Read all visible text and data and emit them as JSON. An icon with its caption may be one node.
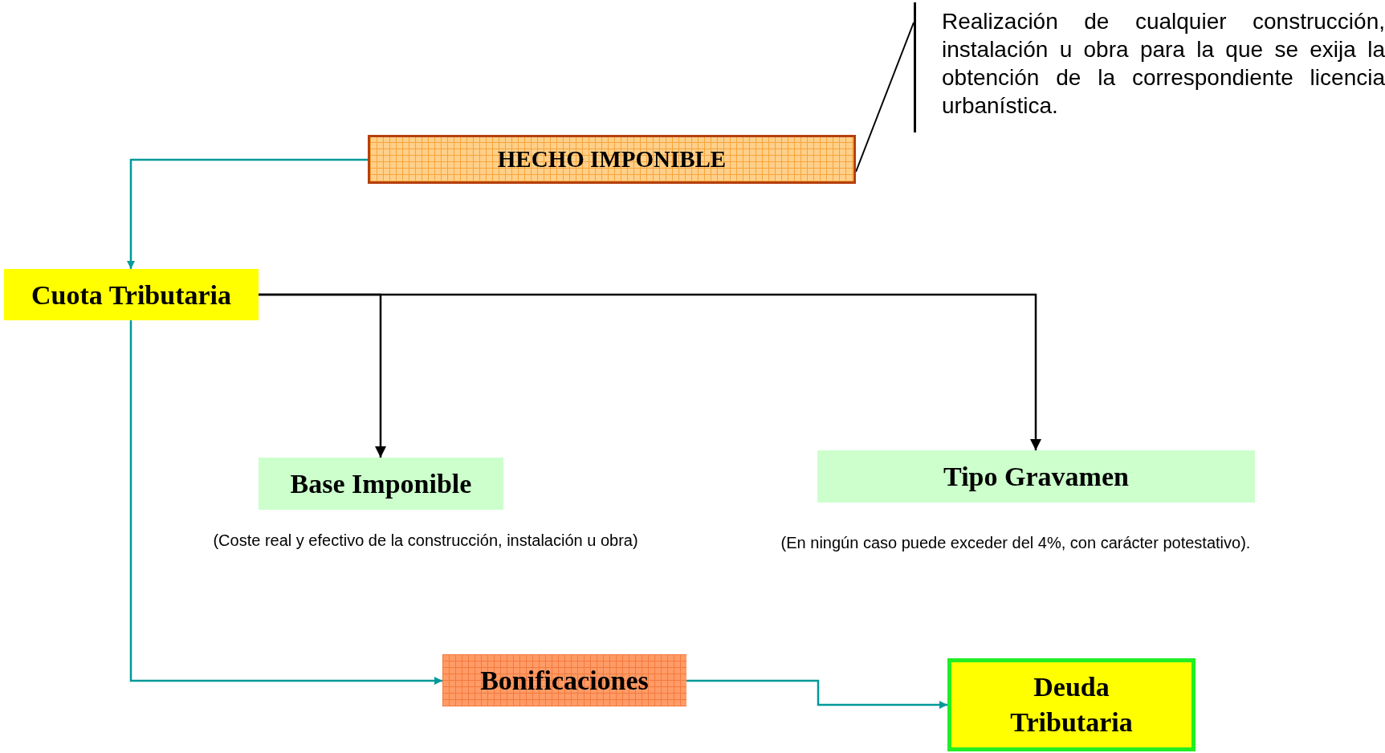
{
  "diagram": {
    "nodes": [
      {
        "text": [
          "HECHO IMPONIBLE"
        ]
      },
      {
        "text": [
          "Realización de cualquier construcción, instalación u obra para la que se exija la obtención de la correspondiente licencia urbanística."
        ]
      },
      {
        "text": [
          "Cuota Tributaria"
        ]
      },
      {
        "text": [
          "Base Imponible"
        ],
        "beside": [
          "(Coste real y efectivo de la construcción, instalación u obra)"
        ]
      },
      {
        "text": [
          "Tipo Gravamen"
        ],
        "beside": [
          "(En ningún caso puede exceder del 4%, con carácter potestativo)."
        ]
      },
      {
        "text": [
          "Bonificaciones"
        ]
      },
      {
        "text": [
          "Deuda Tributaria"
        ]
      }
    ],
    "edges": [
      {
        "from": 1,
        "to": 0,
        "arrow": "none"
      },
      {
        "from": 0,
        "to": 2,
        "arrow": "to",
        "color": "#009999"
      },
      {
        "from": 2,
        "to": 3,
        "arrow": "to"
      },
      {
        "from": 2,
        "to": 4,
        "arrow": "to"
      },
      {
        "from": 2,
        "to": 5,
        "arrow": "to",
        "color": "#009999"
      },
      {
        "from": 5,
        "to": 6,
        "arrow": "to",
        "color": "#009999"
      }
    ]
  }
}
